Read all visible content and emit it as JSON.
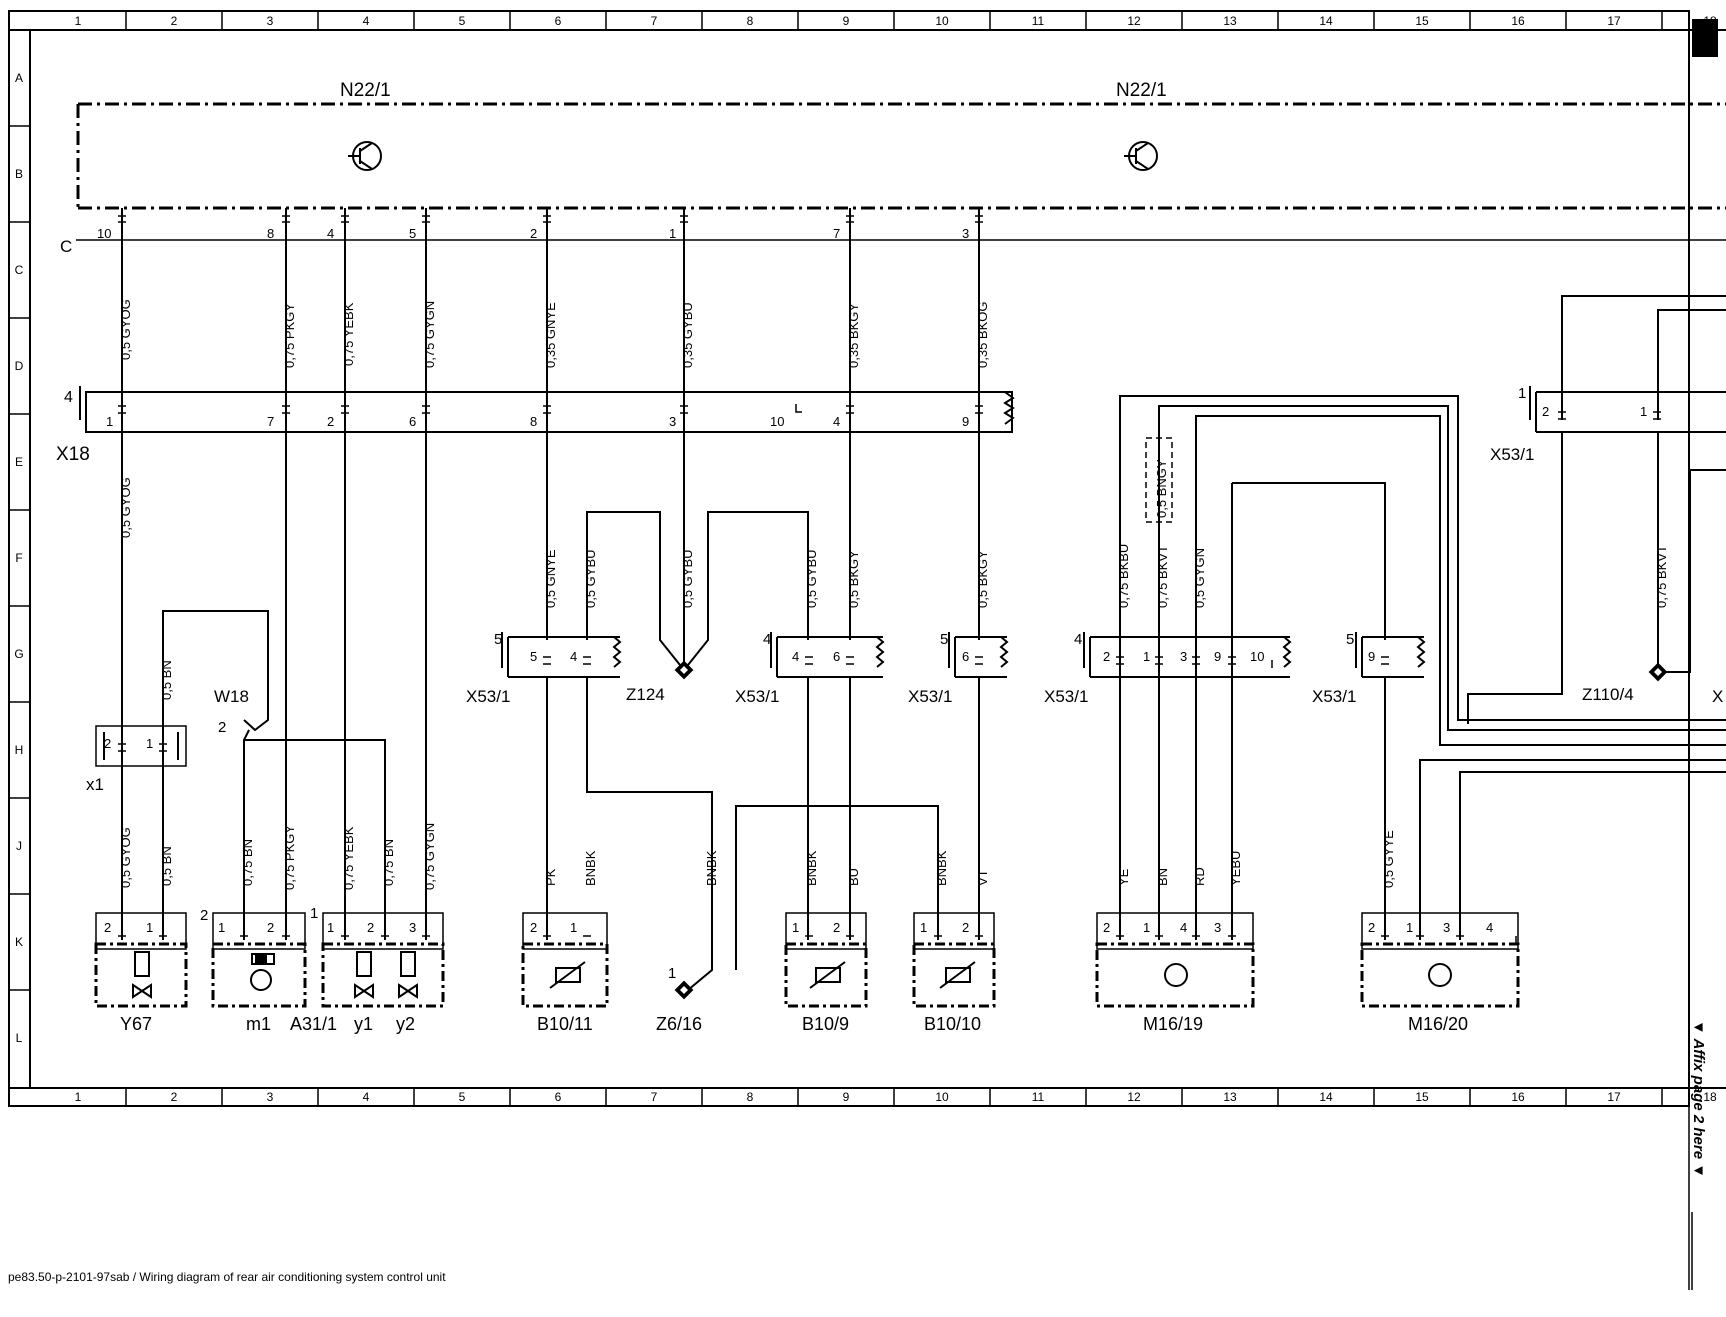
{
  "columns": [
    "1",
    "2",
    "3",
    "4",
    "5",
    "6",
    "7",
    "8",
    "9",
    "10",
    "11",
    "12",
    "13",
    "14",
    "15",
    "16",
    "17",
    "18"
  ],
  "rows": [
    "A",
    "B",
    "C",
    "D",
    "E",
    "F",
    "G",
    "H",
    "J",
    "K",
    "L"
  ],
  "caption": "pe83.50-p-2101-97sab / Wiring diagram of rear air conditioning system control unit",
  "side_note": "▼ Affix page 2 here ▼",
  "control_unit": {
    "left_label": "N22/1",
    "right_label": "N22/1",
    "connector": "C"
  },
  "x18": {
    "label": "X18",
    "count": "4",
    "pins": [
      "1",
      "7",
      "2",
      "6",
      "8",
      "3",
      "10",
      "4",
      "9"
    ]
  },
  "top_wires": [
    {
      "pin": "10",
      "label": "0,5 GYOG"
    },
    {
      "pin": "8",
      "label": "0,75 PKGY"
    },
    {
      "pin": "4",
      "label": "0,75 YEBK"
    },
    {
      "pin": "5",
      "label": "0,75 GYGN"
    },
    {
      "pin": "2",
      "label": "0,35 GNYE"
    },
    {
      "pin": "1",
      "label": "0,35 GYBU"
    },
    {
      "pin": "7",
      "label": "0,35 BKGY"
    },
    {
      "pin": "3",
      "label": "0,35 BKOG"
    }
  ],
  "mid_wires": {
    "w1": "0,5 GYOG",
    "w2": "0,5 BN",
    "w3": "0,5 GNYE",
    "w4": "0,5 GYBU",
    "w5": "0,5 GYBU",
    "w6": "0,5 GYBU",
    "w7": "0,5 BKGY",
    "w8": "0,5 BKGY",
    "w9": "0,75 BKBU",
    "w10": "0,75 BKVT",
    "w11": "0,5 BNGY",
    "w12": "0,5 GYGN",
    "w13": "0,75 BKVT"
  },
  "bottom_wires": {
    "b1": "0,5 GYOG",
    "b2": "0,5 BN",
    "b3": "0,75 BN",
    "b4": "0,75 PKGY",
    "b5": "0,75 YEBK",
    "b6": "0,75 BN",
    "b7": "0,75 GYGN",
    "b8": "PK",
    "b9": "BNBK",
    "b10": "BNBK",
    "b11": "BNBK",
    "b12": "BU",
    "b13": "BNBK",
    "b14": "VT",
    "b15": "YE",
    "b16": "BN",
    "b17": "RD",
    "b18": "YEBU",
    "b19": "0,5 GYYE"
  },
  "connectors": {
    "x53_label": "X53/1",
    "x1_label": "x1",
    "w18_label": "W18",
    "w18_num": "2",
    "z124": "Z124",
    "z616": "Z6/16",
    "z1104": "Z110/4",
    "c1_count": "5",
    "c1_pins": [
      "5",
      "4"
    ],
    "c2_count": "4",
    "c2_pins": [
      "4",
      "6"
    ],
    "c3_count": "5",
    "c3_pins": [
      "6"
    ],
    "c4_count": "4",
    "c4_pins": [
      "2",
      "1",
      "3",
      "9",
      "10"
    ],
    "c5_count": "5",
    "c5_pins": [
      "9"
    ],
    "c6_count": "1",
    "c6_pins": [
      "2",
      "1"
    ],
    "x1_pins": [
      "2",
      "1"
    ]
  },
  "components": [
    {
      "label": "Y67",
      "pins": [
        "2",
        "1"
      ]
    },
    {
      "label": "m1",
      "num": "2",
      "pins": [
        "1",
        "2"
      ]
    },
    {
      "label": "A31/1",
      "num": "1",
      "pins": [
        "1",
        "2",
        "3"
      ]
    },
    {
      "label": "y1"
    },
    {
      "label": "y2"
    },
    {
      "label": "B10/11",
      "pins": [
        "2",
        "1"
      ]
    },
    {
      "label": "Z6/16",
      "num": "1"
    },
    {
      "label": "B10/9",
      "pins": [
        "1",
        "2"
      ]
    },
    {
      "label": "B10/10",
      "pins": [
        "1",
        "2"
      ]
    },
    {
      "label": "M16/19",
      "pins": [
        "2",
        "1",
        "4",
        "3"
      ]
    },
    {
      "label": "M16/20",
      "pins": [
        "2",
        "1",
        "3",
        "4"
      ]
    }
  ],
  "partial_right_label": "X"
}
